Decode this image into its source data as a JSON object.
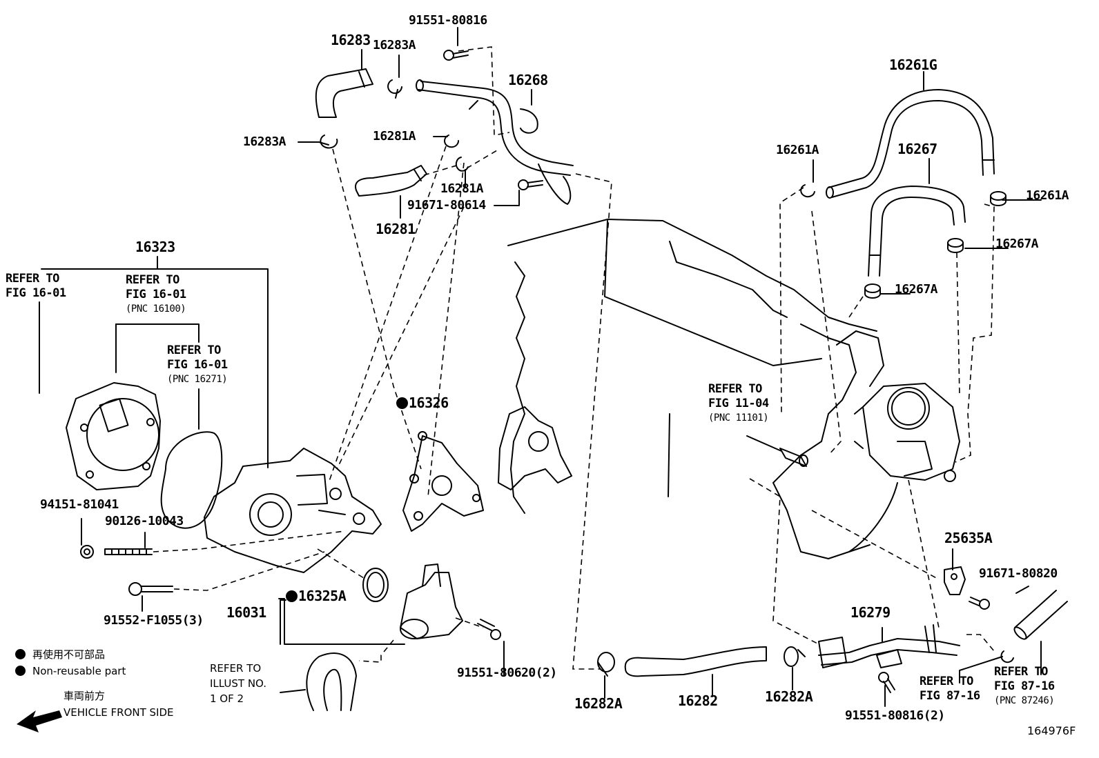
{
  "labels": {
    "p91551_80816_top": "91551-80816",
    "p16283": "16283",
    "p16283A_top": "16283A",
    "p16268": "16268",
    "p16283A_left": "16283A",
    "p16281A_a": "16281A",
    "p16281A_b": "16281A",
    "p91671_80614": "91671-80614",
    "p16281": "16281",
    "p16261G": "16261G",
    "p16261A_left": "16261A",
    "p16267": "16267",
    "p16261A_right": "16261A",
    "p16267A_right": "16267A",
    "p16267A_mid": "16267A",
    "p16323": "16323",
    "p16326": "16326",
    "p94151_81041": "94151-81041",
    "p90126_10043": "90126-10043",
    "p91552_F1055": "91552-F1055(3)",
    "p16031": "16031",
    "p16325A": "16325A",
    "p91551_80620": "91551-80620(2)",
    "p25635A": "25635A",
    "p91671_80820": "91671-80820",
    "p16279": "16279",
    "p16282A_left": "16282A",
    "p16282": "16282",
    "p16282A_right": "16282A",
    "p91551_80816_bot": "91551-80816(2)"
  },
  "refs": {
    "r1": {
      "line1": "REFER TO",
      "line2": "FIG 16-01"
    },
    "r2": {
      "line1": "REFER TO",
      "line2": "FIG 16-01",
      "pnc": "(PNC 16100)"
    },
    "r3": {
      "line1": "REFER TO",
      "line2": "FIG 16-01",
      "pnc": "(PNC 16271)"
    },
    "r4": {
      "line1": "REFER TO",
      "line2": "FIG 11-04",
      "pnc": "(PNC 11101)"
    },
    "r5": {
      "line1": "REFER TO",
      "line2": "FIG 87-16"
    },
    "r6": {
      "line1": "REFER TO",
      "line2": "FIG 87-16",
      "pnc": "(PNC 87246)"
    },
    "r7": {
      "line1": "REFER TO",
      "line2": "ILLUST NO.",
      "line3": "1 OF 2"
    }
  },
  "legend": {
    "jp": "再使用不可部品",
    "en": "Non-reusable part",
    "front_jp": "車両前方",
    "front_en": "VEHICLE FRONT SIDE"
  },
  "figure_id": "164976F"
}
